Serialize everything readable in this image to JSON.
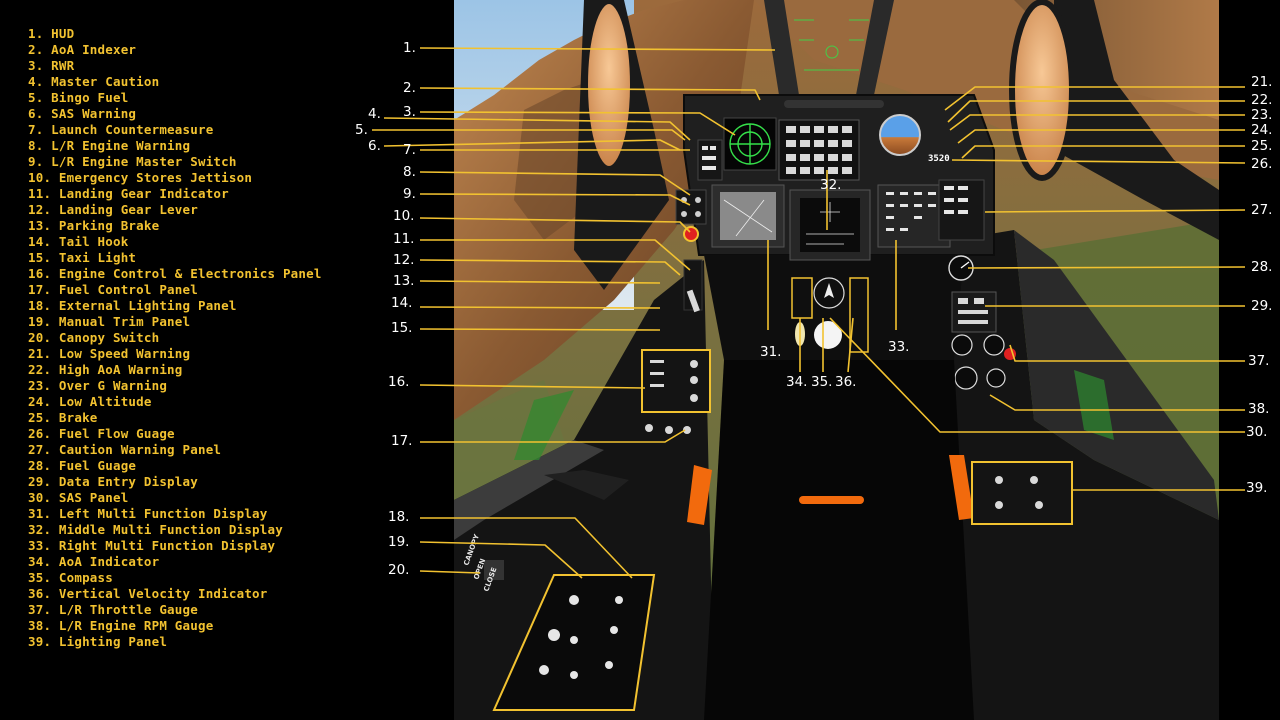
{
  "legend": [
    "1. HUD",
    "2. AoA Indexer",
    "3. RWR",
    "4. Master Caution",
    "5. Bingo Fuel",
    "6. SAS Warning",
    "7. Launch Countermeasure",
    "8. L/R Engine Warning",
    "9. L/R Engine Master Switch",
    "10. Emergency Stores Jettison",
    "11. Landing Gear Indicator",
    "12. Landing Gear Lever",
    "13. Parking Brake",
    "14. Tail Hook",
    "15. Taxi Light",
    "16. Engine Control & Electronics Panel",
    "17. Fuel Control Panel",
    "18. External Lighting Panel",
    "19. Manual Trim Panel",
    "20. Canopy Switch",
    "21. Low Speed Warning",
    "22. High AoA Warning",
    "23. Over G Warning",
    "24. Low Altitude",
    "25. Brake",
    "26. Fuel Flow Guage",
    "27. Caution Warning Panel",
    "28. Fuel Guage",
    "29. Data Entry Display",
    "30. SAS Panel",
    "31. Left Multi Function Display",
    "32. Middle Multi Function Display",
    "33. Right Multi Function Display",
    "34. AoA Indicator",
    "35. Compass",
    "36. Vertical Velocity Indicator",
    "37. L/R Throttle Gauge",
    "38. L/R Engine RPM Gauge",
    "39. Lighting Panel"
  ],
  "callout_numbers": {
    "n1": "1.",
    "n2": "2.",
    "n3": "3.",
    "n4": "4.",
    "n5": "5.",
    "n6": "6.",
    "n7": "7.",
    "n8": "8.",
    "n9": "9.",
    "n10": "10.",
    "n11": "11.",
    "n12": "12.",
    "n13": "13.",
    "n14": "14.",
    "n15": "15.",
    "n16": "16.",
    "n17": "17.",
    "n18": "18.",
    "n19": "19.",
    "n20": "20.",
    "n21": "21.",
    "n22": "22.",
    "n23": "23.",
    "n24": "24.",
    "n25": "25.",
    "n26": "26.",
    "n27": "27.",
    "n28": "28.",
    "n29": "29.",
    "n30": "30.",
    "n31": "31.",
    "n32": "32.",
    "n33": "33.",
    "n34": "34.",
    "n35": "35.",
    "n36": "36.",
    "n37": "37.",
    "n38": "38.",
    "n39": "39."
  },
  "fuel_flow_readout": "3520",
  "canopy_switch_labels": {
    "top": "CANOPY",
    "mid": "OPEN",
    "bottom": "CLOSE"
  },
  "colors": {
    "legend_text": "#f2c230",
    "callout_line": "#f2c230",
    "callout_number": "#ffffff",
    "sky": "#aecde8",
    "rock": "#a86a3c",
    "valley_green": "#6f7a46",
    "cockpit_frame": "#141414",
    "panel_dark": "#1c1c1c",
    "mfd_green": "#35e04a",
    "handle_orange": "#f26a0d",
    "canopy_glass": "#f0b27a"
  }
}
